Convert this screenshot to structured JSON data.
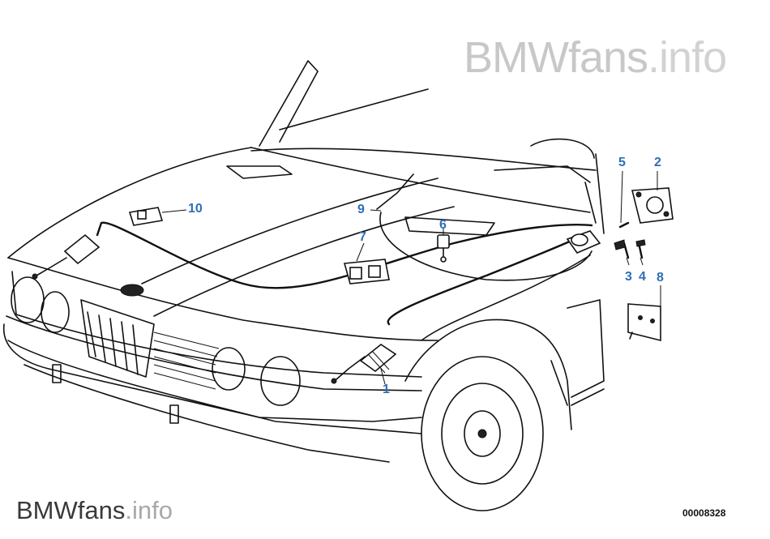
{
  "watermark": {
    "top_domain": "BMWfans",
    "top_tld": ".info",
    "bottom_domain": "BMWfans",
    "bottom_tld": ".info"
  },
  "diagram_code": "00008328",
  "callout_color": "#2f6eb5",
  "callouts": [
    {
      "label": "1"
    },
    {
      "label": "2"
    },
    {
      "label": "3"
    },
    {
      "label": "4"
    },
    {
      "label": "5"
    },
    {
      "label": "6"
    },
    {
      "label": "7"
    },
    {
      "label": "8"
    },
    {
      "label": "9"
    },
    {
      "label": "10"
    }
  ]
}
